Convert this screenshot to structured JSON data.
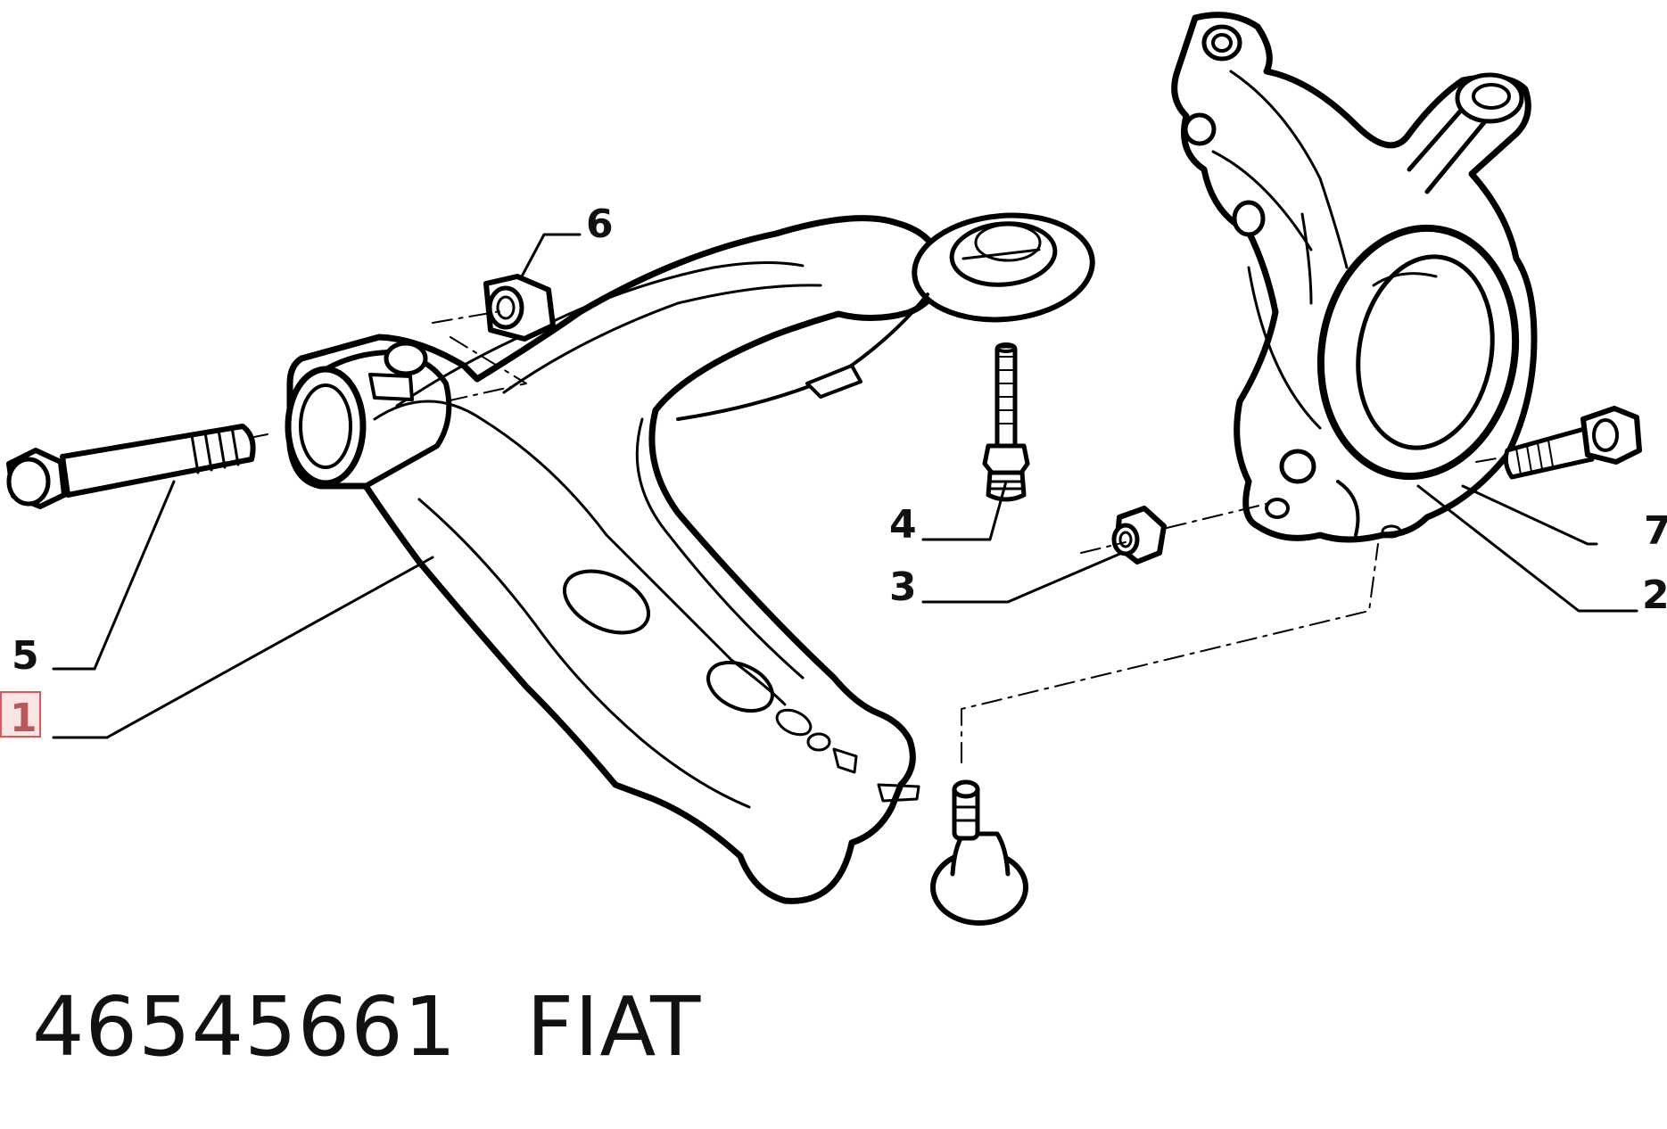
{
  "callouts": [
    {
      "id": "1",
      "label": "1",
      "highlighted": true
    },
    {
      "id": "2",
      "label": "2",
      "highlighted": false
    },
    {
      "id": "3",
      "label": "3",
      "highlighted": false
    },
    {
      "id": "4",
      "label": "4",
      "highlighted": false
    },
    {
      "id": "5",
      "label": "5",
      "highlighted": false
    },
    {
      "id": "6",
      "label": "6",
      "highlighted": false
    },
    {
      "id": "7",
      "label": "7",
      "highlighted": false
    }
  ],
  "caption": {
    "part_number": "46545661",
    "brand": "FIAT"
  },
  "colors": {
    "line": "#000000",
    "highlight_fill": "#fde4e4",
    "highlight_border": "#e05555"
  }
}
